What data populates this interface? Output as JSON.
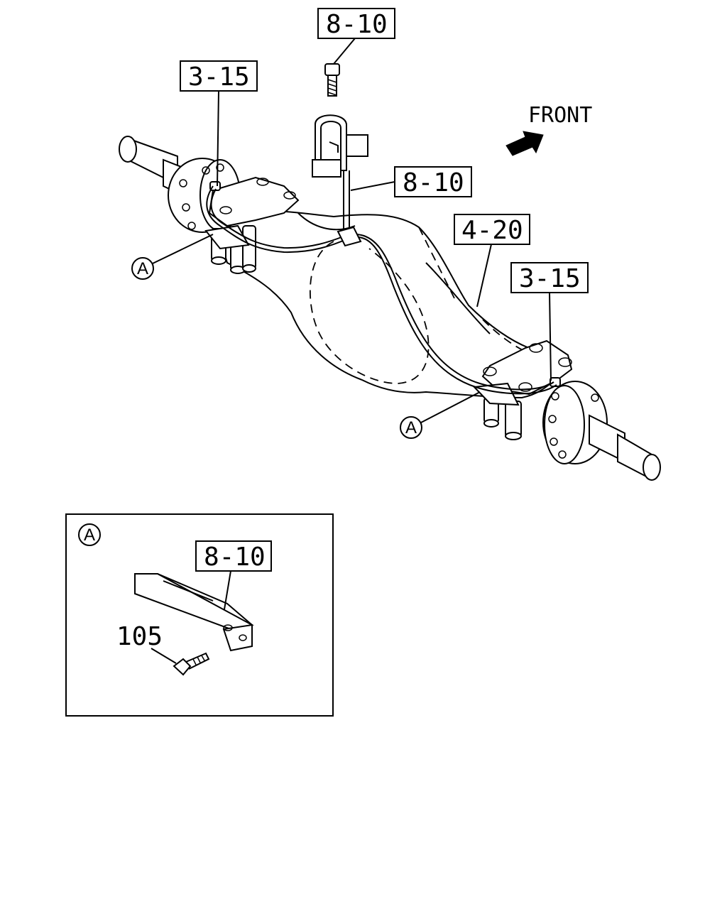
{
  "labels": {
    "top_bolt_ref": "8-10",
    "left_hub_ref": "3-15",
    "center_clip_ref": "8-10",
    "housing_ref": "4-20",
    "right_hub_ref": "3-15",
    "front": "FRONT",
    "callout_left": "A",
    "callout_right": "A"
  },
  "detail": {
    "title": "A",
    "bracket_ref": "8-10",
    "bolt_number": "105"
  }
}
